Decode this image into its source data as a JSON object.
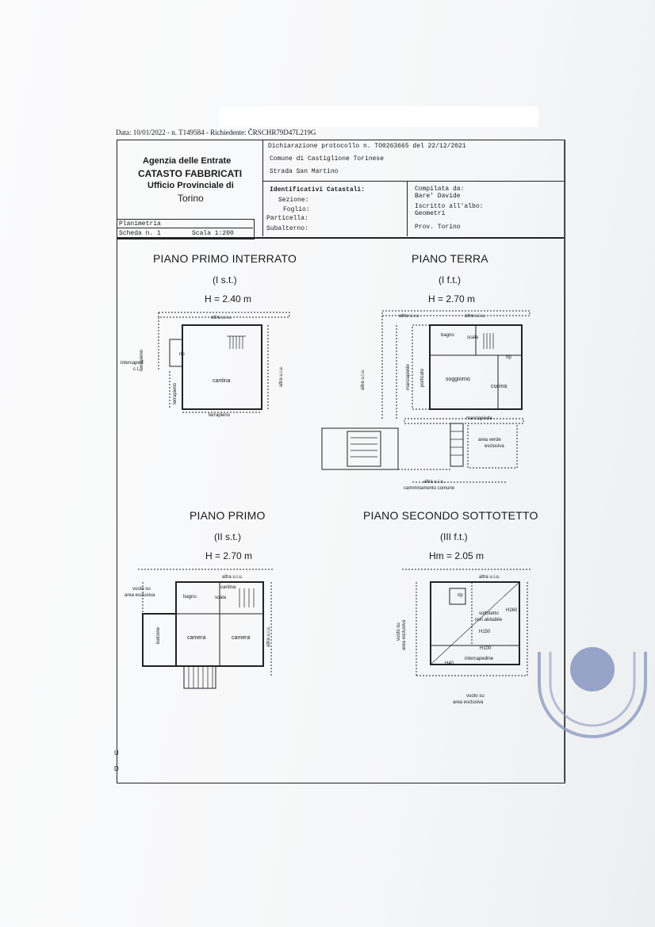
{
  "header": {
    "request_line": "Data: 10/01/2022 - n. T149584 - Richiedente: ČRSCHR79D47L219G"
  },
  "office": {
    "line1": "Agenzia delle Entrate",
    "line2": "CATASTO FABBRICATI",
    "line3": "Ufficio Provinciale di",
    "line4": "Torino"
  },
  "declaration": {
    "protocol": "Dichiarazione protocollo n. TO0263665 del 22/12/2021",
    "comune": "Comune di Castiglione Torinese",
    "address": "Strada San Martino"
  },
  "identifiers": {
    "title": "Identificativi Catastali:",
    "sezione": "Sezione:",
    "foglio": "Foglio:",
    "particella": "Particella:",
    "subalterno": "Subalterno:"
  },
  "compiled": {
    "label": "Compilata da:",
    "name": "Bare' Davide",
    "iscritto": "Iscritto all'albo:",
    "albo": "Geometri",
    "prov": "Prov. Torino"
  },
  "planimetria": {
    "title": "Planimetria",
    "scheda": "Scheda n. 1",
    "scala": "Scala 1:200"
  },
  "floors": {
    "interrato": {
      "title": "PIANO PRIMO INTERRATO",
      "code": "(I s.t.)",
      "height": "H = 2.40 m"
    },
    "terra": {
      "title": "PIANO TERRA",
      "code": "(I f.t.)",
      "height": "H = 2.70 m"
    },
    "primo": {
      "title": "PIANO PRIMO",
      "code": "(II s.t.)",
      "height": "H = 2.70 m"
    },
    "sottotetto": {
      "title": "PIANO SECONDO SOTTOTETTO",
      "code": "(III f.t.)",
      "height": "Hm = 2.05 m"
    }
  },
  "rooms": {
    "altra_uiu": "altra u.i.u.",
    "terrapieno": "terrapieno",
    "rip": "rip",
    "intercaped": "intercaped.",
    "ct": "c.t.",
    "cantina": "cantina",
    "bagno": "bagno",
    "scala": "scala",
    "soggiorno": "soggiorno",
    "cucina": "cucina",
    "porticato": "porticato",
    "marciapiede": "marciapiede",
    "area_verde": "area verde",
    "esclusiva": "esclusiva",
    "camminamento": "camminamento comune",
    "vuoto_su": "vuoto su",
    "area_esclusiva": "area esclusiva",
    "balcone": "balcone",
    "camera": "camera",
    "sottotetto": "sottotetto",
    "non_abitabile": "non abitabile",
    "intercapedine": "intercapedine",
    "h_a": "H260",
    "h_b": "H150",
    "h_c": "H100",
    "h_d": "H40"
  },
  "margin_marks": {
    "u": "U",
    "d": "D"
  }
}
